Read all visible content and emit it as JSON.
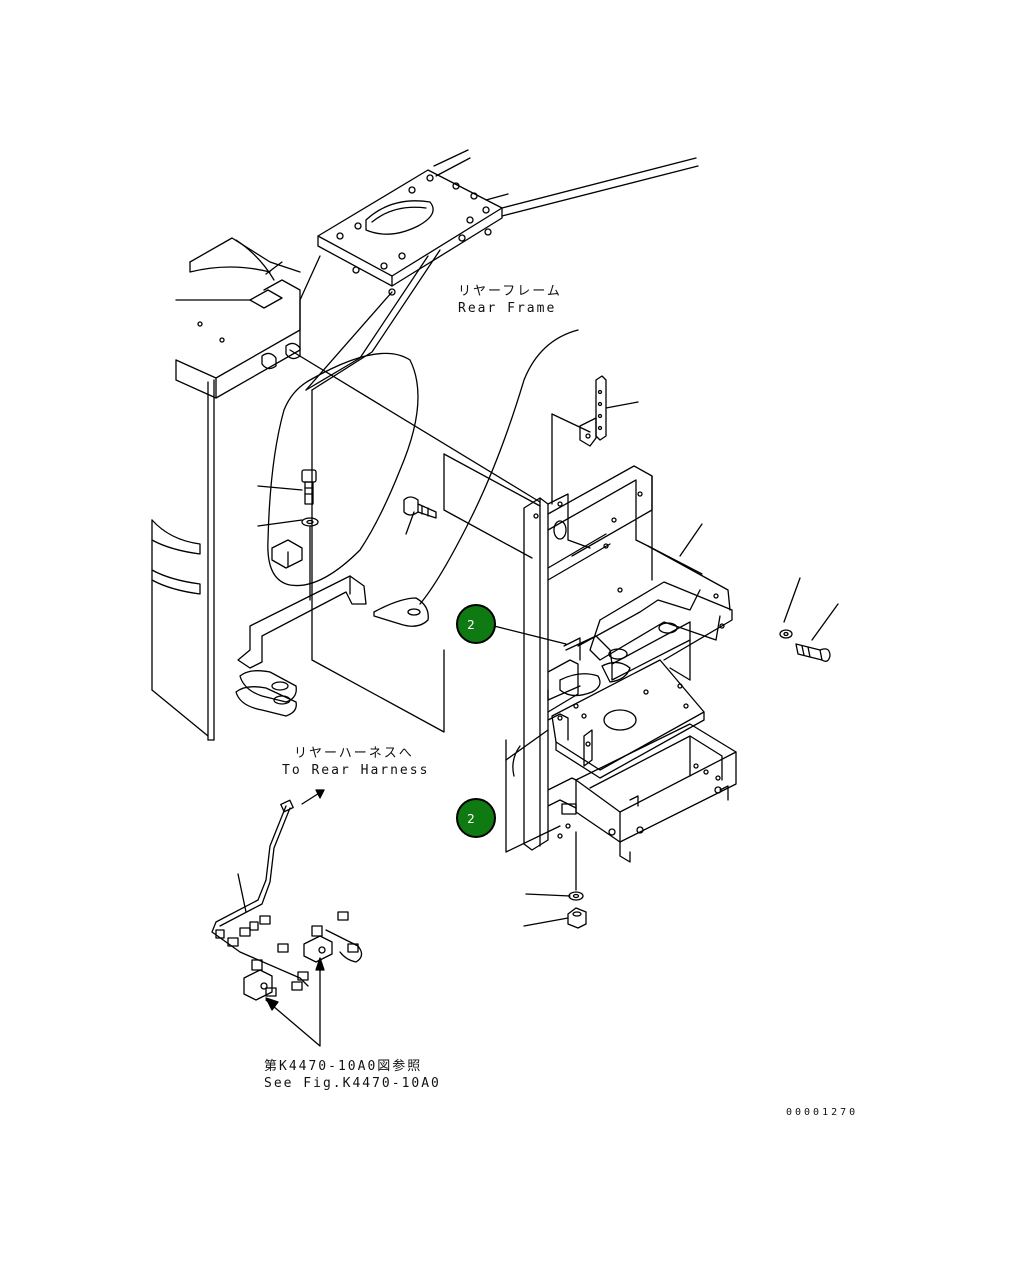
{
  "labels": {
    "rear_frame_jp": "リヤーフレーム",
    "rear_frame_en": "Rear Frame",
    "rear_harness_jp": "リヤーハーネスへ",
    "rear_harness_en": "To Rear Harness",
    "see_fig_jp": "第K4470-10A0図参照",
    "see_fig_en": "See Fig.K4470-10A0"
  },
  "callouts": [
    {
      "number": "2"
    },
    {
      "number": "2"
    }
  ],
  "drawing_number": "00001270",
  "colors": {
    "line": "#000000",
    "callout_fill": "#0f7a12",
    "background": "#ffffff"
  }
}
